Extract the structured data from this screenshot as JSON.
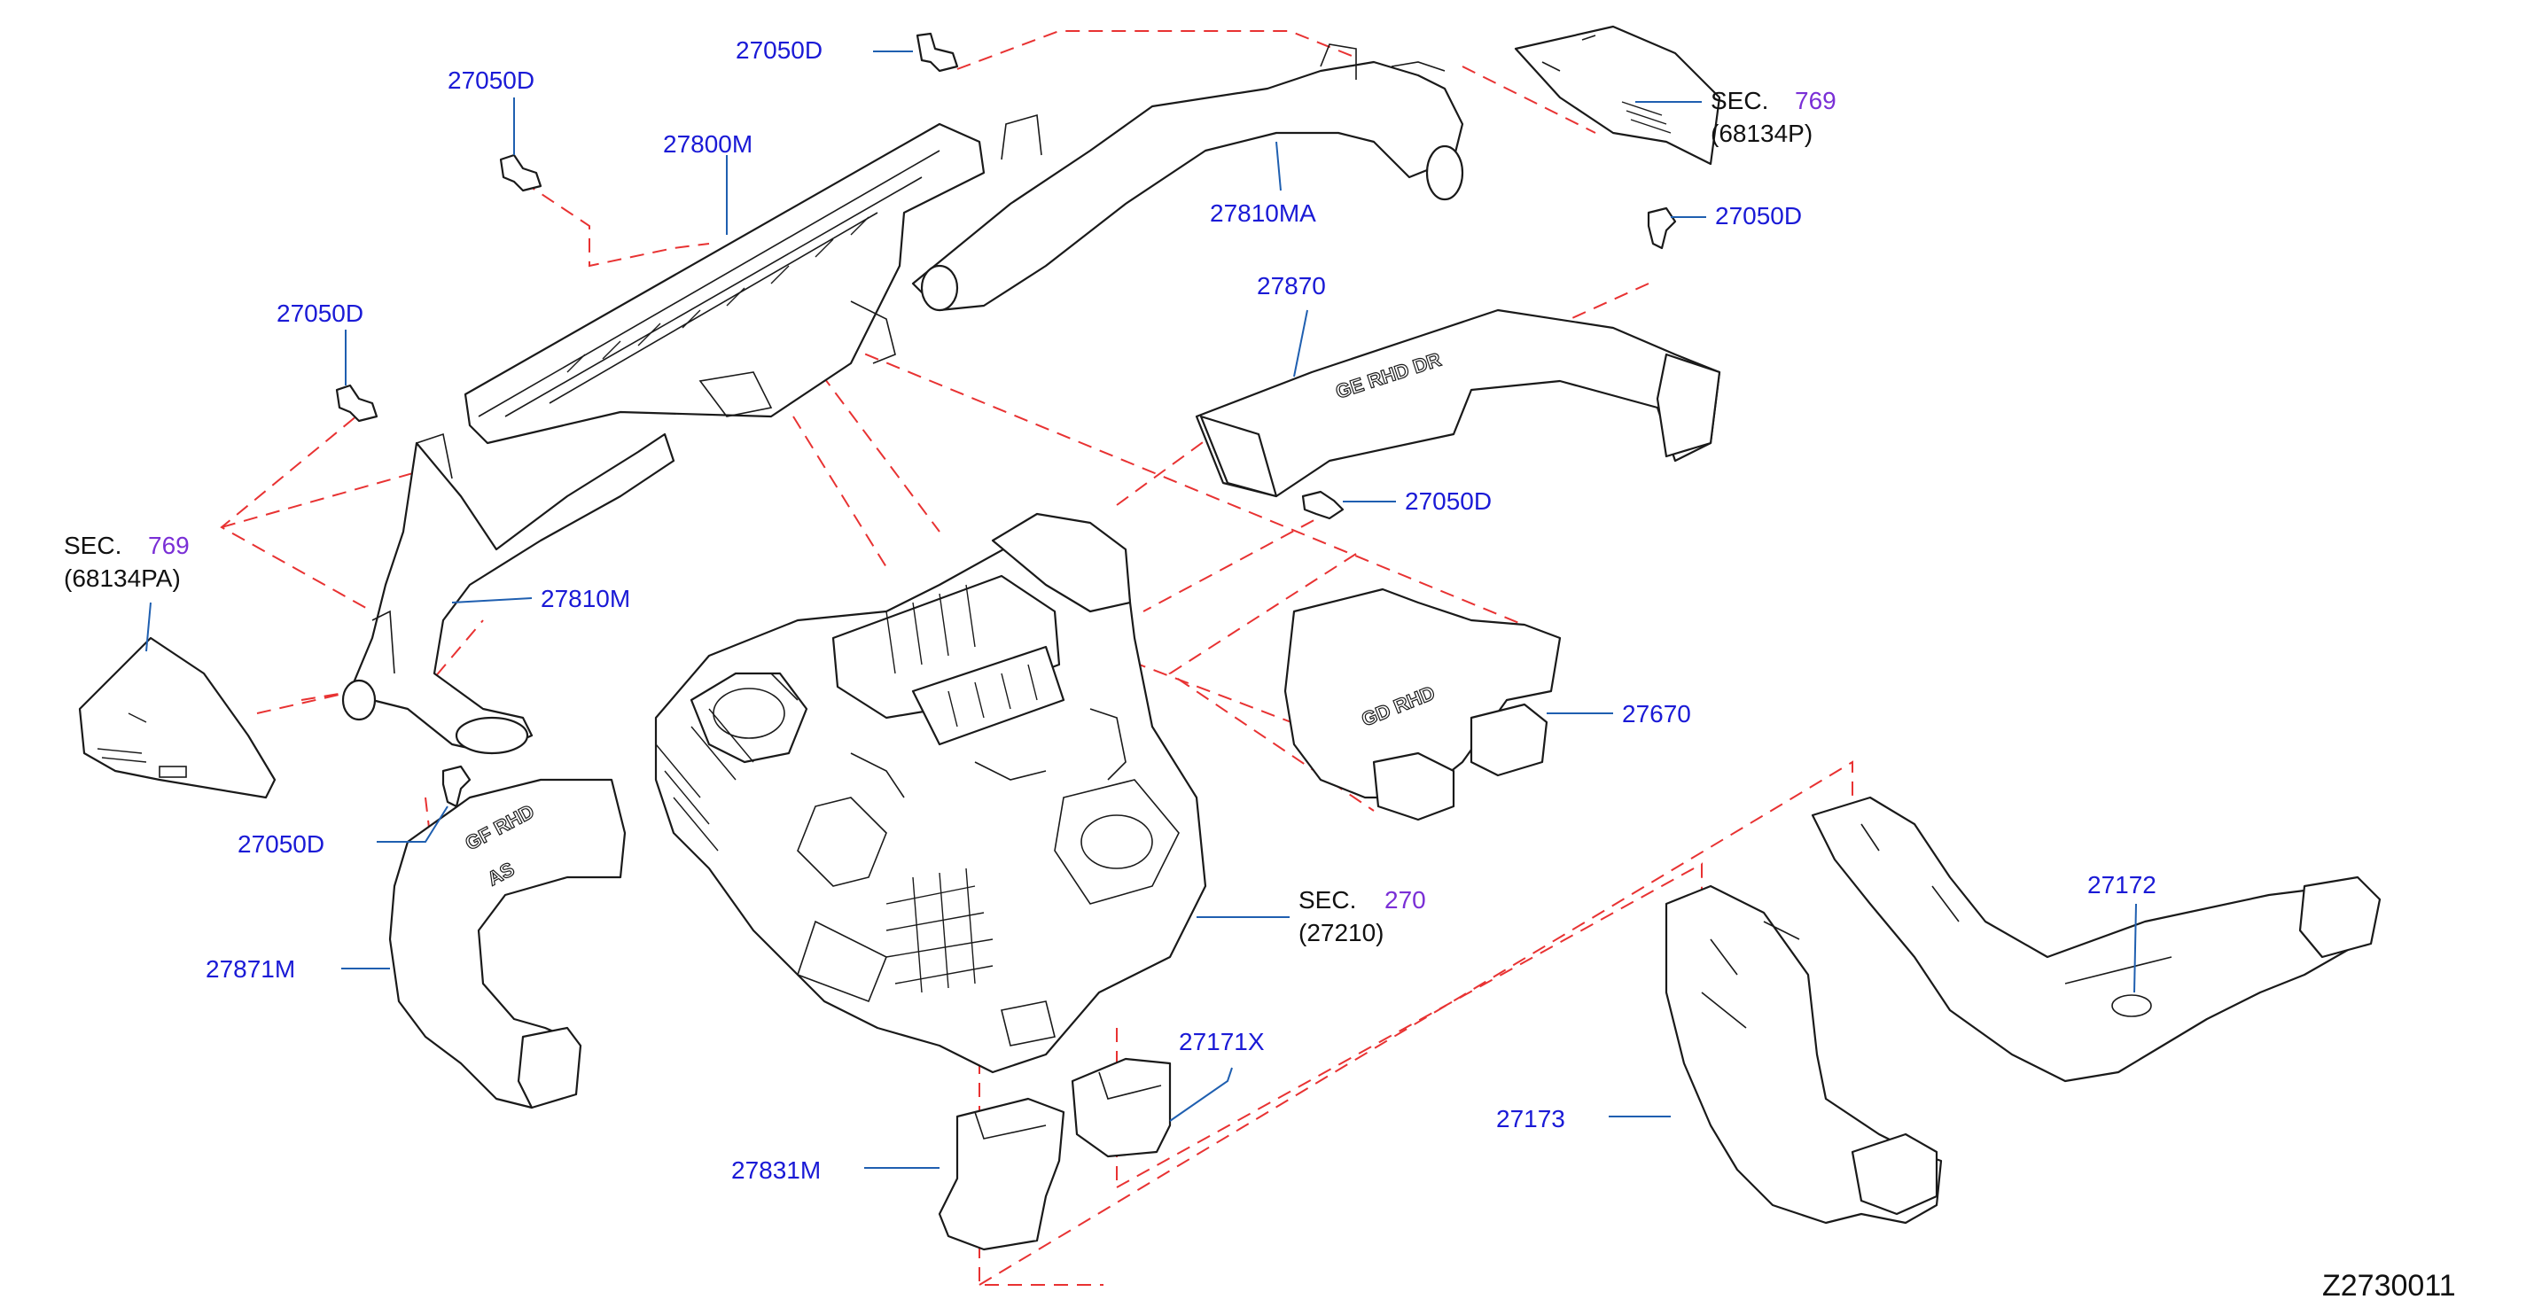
{
  "diagram_id": "Z2730011",
  "labels": {
    "p_27050D_a": "27050D",
    "p_27050D_b": "27050D",
    "p_27050D_c": "27050D",
    "p_27050D_d": "27050D",
    "p_27050D_e": "27050D",
    "p_27050D_f": "27050D",
    "p_27800M": "27800M",
    "p_27810MA": "27810MA",
    "p_27870": "27870",
    "p_27810M": "27810M",
    "p_27670": "27670",
    "p_27871M": "27871M",
    "p_27171X": "27171X",
    "p_27831M": "27831M",
    "p_27172": "27172",
    "p_27173": "27173"
  },
  "section_refs": {
    "upper_right": {
      "prefix": "SEC.",
      "number": "769",
      "part": "(68134P)"
    },
    "left": {
      "prefix": "SEC.",
      "number": "769",
      "part": "(68134PA)"
    },
    "heater_unit": {
      "prefix": "SEC.",
      "number": "270",
      "part": "(27210)"
    }
  },
  "embossing": {
    "duct_27870": "GE RHD DR",
    "duct_27670": "GD RHD",
    "duct_27871M_top": "GF RHD",
    "duct_27871M_bottom": "AS"
  },
  "colors": {
    "part_number": "#1a1ad6",
    "section_number": "#7a2fd6",
    "leader_line": "#1f5fb0",
    "phantom_line": "#e83232",
    "drawing": "#1a1a1a"
  }
}
